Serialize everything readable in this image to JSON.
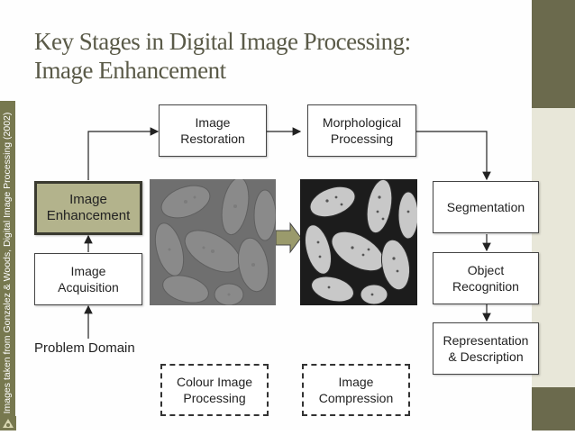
{
  "title": {
    "line1": "Key Stages in Digital Image Processing:",
    "line2": "Image Enhancement"
  },
  "credit": "Images taken from Gonzalez & Woods, Digital Image Processing (2002)",
  "boxes": {
    "restoration": [
      "Image",
      "Restoration"
    ],
    "morphological": [
      "Morphological",
      "Processing"
    ],
    "enhancement": [
      "Image",
      "Enhancement"
    ],
    "acquisition": [
      "Image",
      "Acquisition"
    ],
    "segmentation": [
      "Segmentation"
    ],
    "object_recognition": [
      "Object",
      "Recognition"
    ],
    "representation": [
      "Representation",
      "& Description"
    ],
    "colour": [
      "Colour Image",
      "Processing"
    ],
    "compression": [
      "Image",
      "Compression"
    ]
  },
  "problem_domain": "Problem Domain",
  "images": {
    "before": "low-contrast pollen micrograph",
    "after": "contrast-enhanced pollen micrograph"
  },
  "colors": {
    "accent_bar": "#6b6a4d",
    "highlight_box": "#b3b38c",
    "credit_band": "#77784f",
    "title": "#5a5a48"
  }
}
